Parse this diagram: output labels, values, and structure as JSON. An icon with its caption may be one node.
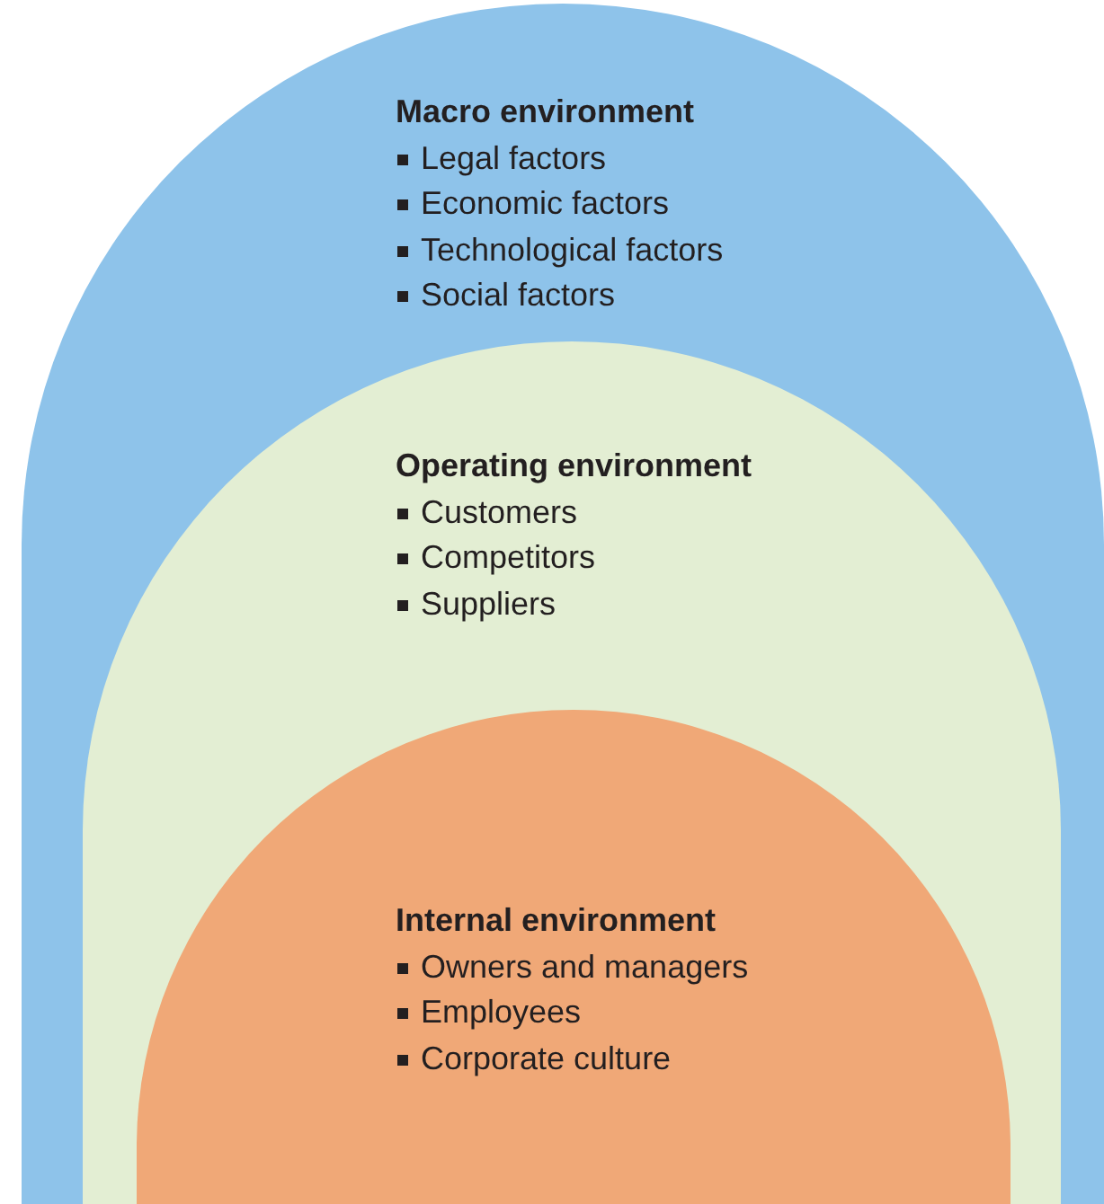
{
  "diagram": {
    "nodes": [
      {
        "text": [
          "Macro environment",
          "Legal factors",
          "Economic factors",
          "Technological factors",
          "Social factors"
        ]
      },
      {
        "text": [
          "Operating environment",
          "Customers",
          "Competitors",
          "Suppliers"
        ],
        "in": 0
      },
      {
        "text": [
          "Internal environment",
          "Owners and managers",
          "Employees",
          "Corporate culture"
        ],
        "in": 1
      }
    ]
  }
}
